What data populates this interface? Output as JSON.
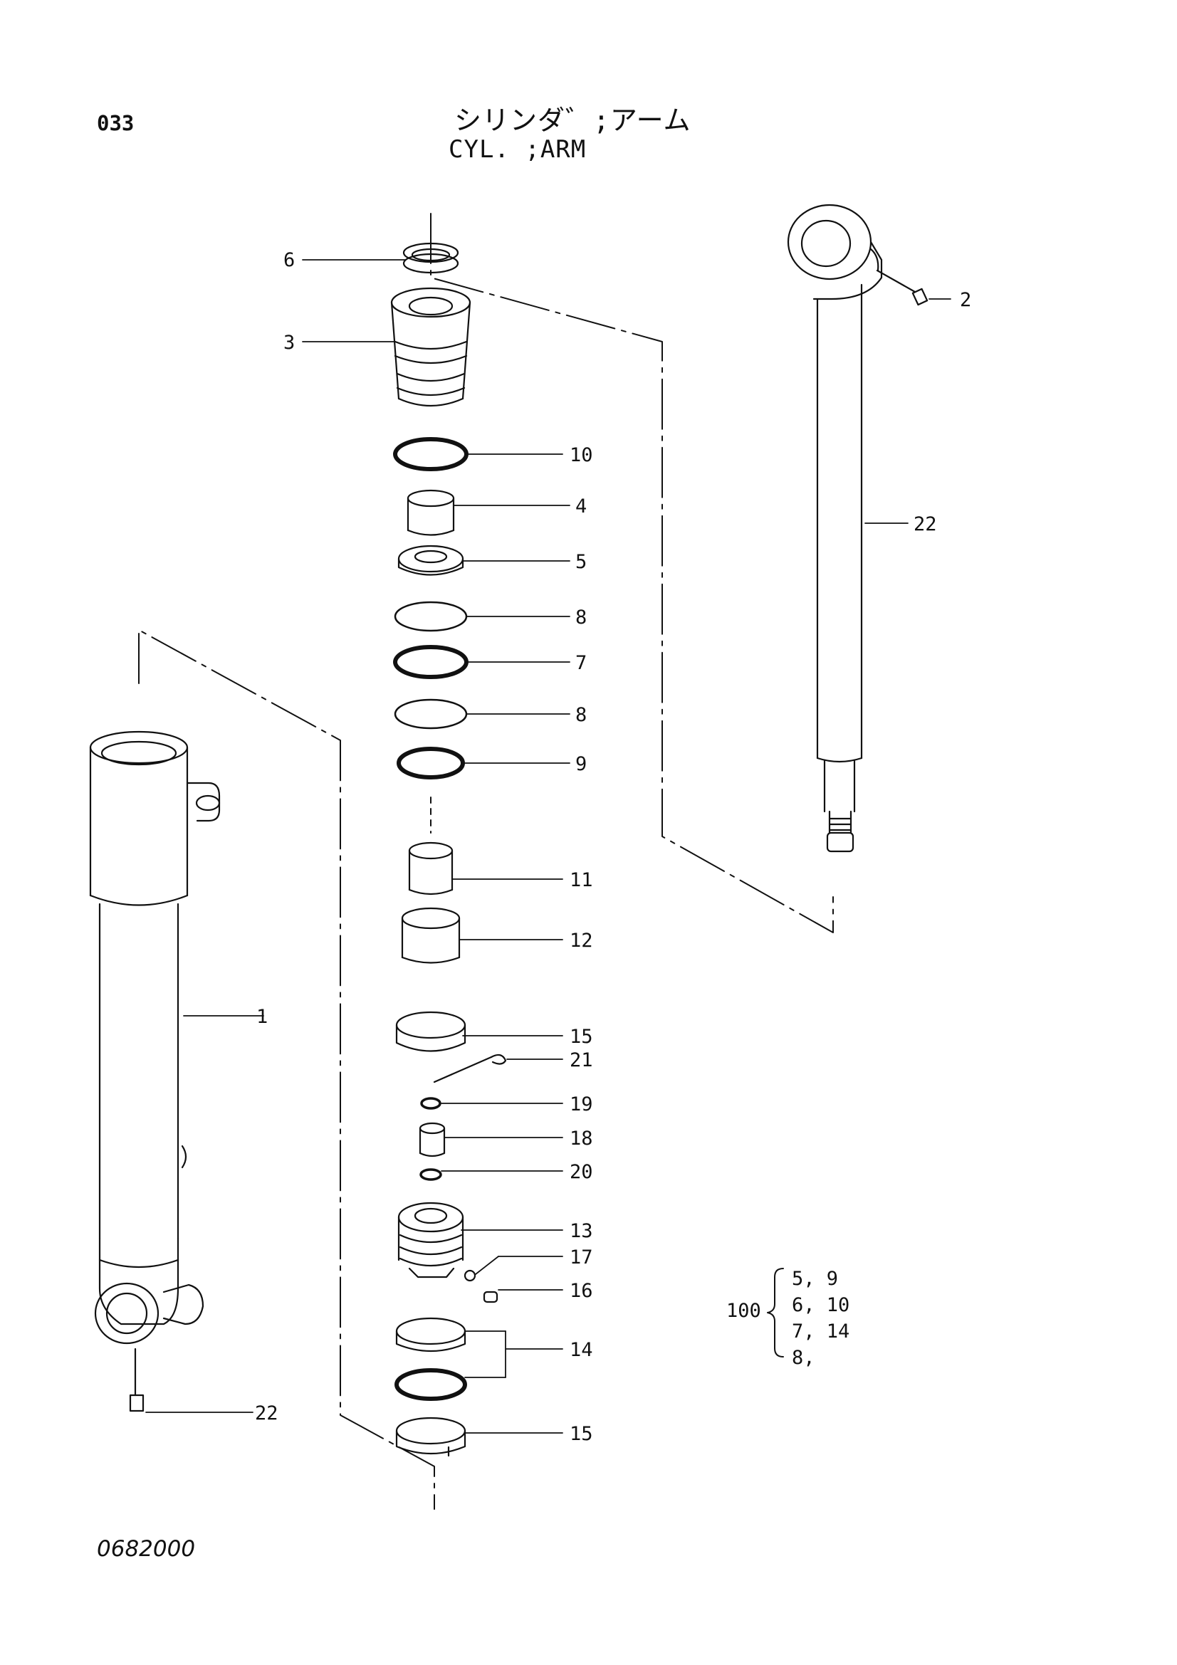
{
  "header": {
    "page_number": "033",
    "title_jp": "シリンダ゛;アーム",
    "title_en": "CYL. ;ARM"
  },
  "footer": {
    "doc_code": "0682000"
  },
  "parts": [
    {
      "ref": "6"
    },
    {
      "ref": "3"
    },
    {
      "ref": "10"
    },
    {
      "ref": "4"
    },
    {
      "ref": "5"
    },
    {
      "ref": "8"
    },
    {
      "ref": "7"
    },
    {
      "ref": "8"
    },
    {
      "ref": "9"
    },
    {
      "ref": "11"
    },
    {
      "ref": "12"
    },
    {
      "ref": "15"
    },
    {
      "ref": "21"
    },
    {
      "ref": "19"
    },
    {
      "ref": "18"
    },
    {
      "ref": "20"
    },
    {
      "ref": "13"
    },
    {
      "ref": "17"
    },
    {
      "ref": "16"
    },
    {
      "ref": "14"
    },
    {
      "ref": "15"
    },
    {
      "ref": "1"
    },
    {
      "ref": "22"
    },
    {
      "ref": "2"
    },
    {
      "ref": "22"
    }
  ],
  "seal_kit": {
    "qty_label": "100",
    "rows": [
      "5,  9",
      "6,  10",
      "7,  14",
      "8,"
    ]
  }
}
